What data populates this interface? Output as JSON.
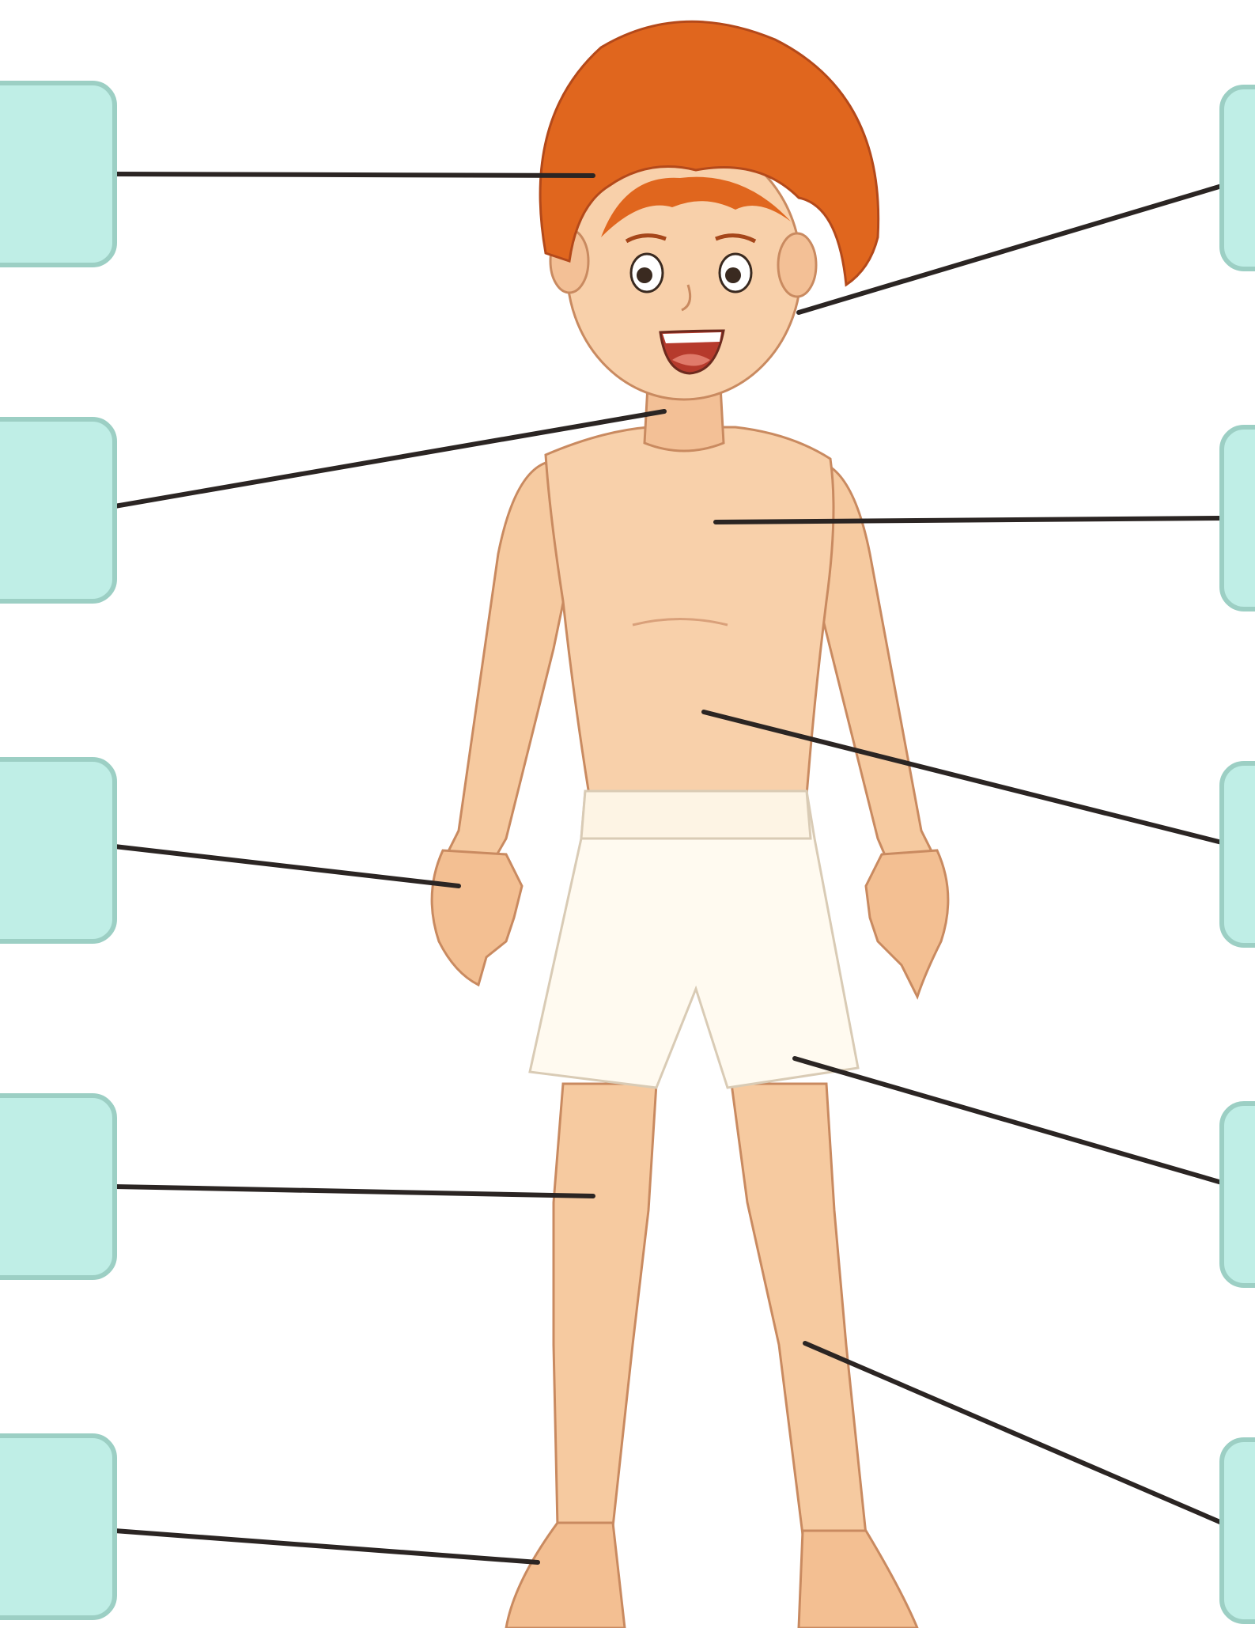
{
  "diagram": {
    "figure": "boy-illustration",
    "colors": {
      "label_box_fill": "#bfeee6",
      "label_box_border": "#9ccfc4",
      "hair": "#e0661e",
      "skin": "#f6caa0",
      "shorts": "#fffaf0",
      "leader_line": "#2b2523"
    },
    "labels": [
      {
        "id": "hair",
        "side": "left",
        "text": ""
      },
      {
        "id": "neck",
        "side": "left",
        "text": ""
      },
      {
        "id": "hand",
        "side": "left",
        "text": ""
      },
      {
        "id": "knee",
        "side": "left",
        "text": ""
      },
      {
        "id": "foot",
        "side": "left",
        "text": ""
      },
      {
        "id": "face",
        "side": "right",
        "text": ""
      },
      {
        "id": "chest",
        "side": "right",
        "text": ""
      },
      {
        "id": "stomach",
        "side": "right",
        "text": ""
      },
      {
        "id": "shorts",
        "side": "right",
        "text": ""
      },
      {
        "id": "leg",
        "side": "right",
        "text": ""
      }
    ]
  }
}
